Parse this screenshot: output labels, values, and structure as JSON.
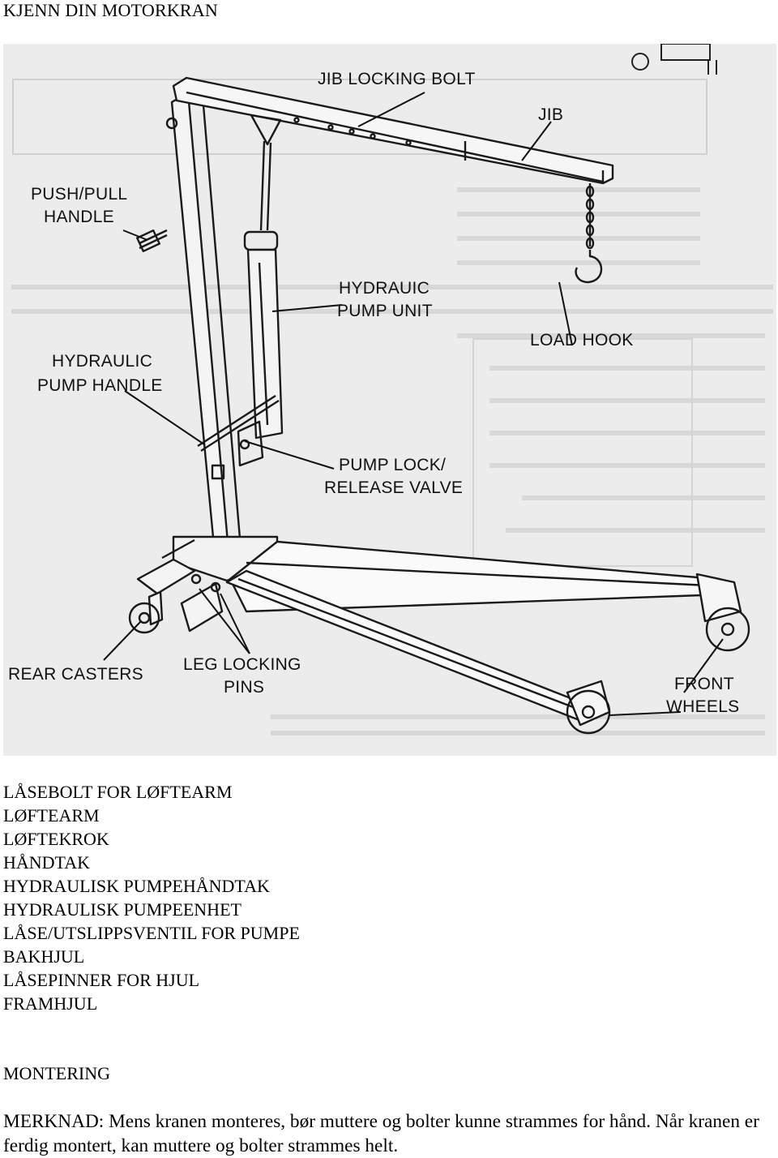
{
  "page_title": "KJENN DIN MOTORKRAN",
  "diagram": {
    "labels": {
      "jib_locking_bolt": "JIB LOCKING BOLT",
      "jib": "JIB",
      "push_pull_handle_line1": "PUSH/PULL",
      "push_pull_handle_line2": "HANDLE",
      "hydraulic_pump_unit_line1": "HYDRAUIC",
      "hydraulic_pump_unit_line2": "PUMP UNIT",
      "load_hook": "LOAD HOOK",
      "hydraulic_pump_handle_line1": "HYDRAULIC",
      "hydraulic_pump_handle_line2": "PUMP HANDLE",
      "pump_lock_line1": "PUMP LOCK/",
      "pump_lock_line2": "RELEASE VALVE",
      "rear_casters": "REAR CASTERS",
      "leg_locking_pins_line1": "LEG LOCKING",
      "leg_locking_pins_line2": "PINS",
      "front_wheels_line1": "FRONT",
      "front_wheels_line2": "WHEELS"
    }
  },
  "parts_list": [
    "LÅSEBOLT FOR LØFTEARM",
    "LØFTEARM",
    "LØFTEKROK",
    "HÅNDTAK",
    "HYDRAULISK PUMPEHÅNDTAK",
    "HYDRAULISK PUMPEENHET",
    "LÅSE/UTSLIPPSVENTIL FOR PUMPE",
    "BAKHJUL",
    "LÅSEPINNER FOR HJUL",
    "FRAMHJUL"
  ],
  "section_heading": "MONTERING",
  "note": "MERKNAD: Mens kranen monteres, bør muttere og bolter kunne strammes for hånd. Når kranen er ferdig montert, kan muttere og bolter strammes helt."
}
